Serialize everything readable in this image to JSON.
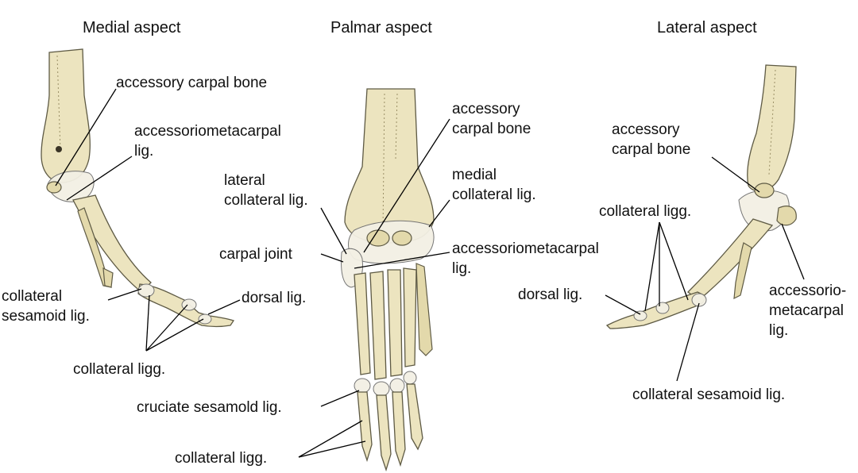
{
  "titles": {
    "medial": "Medial aspect",
    "palmar": "Palmar aspect",
    "lateral": "Lateral aspect"
  },
  "medial": {
    "accessory_carpal_bone": "accessory carpal bone",
    "accessoriometacarpal_line1": "accessoriometacarpal",
    "accessoriometacarpal_line2": "lig.",
    "collateral_sesamoid_line1": "collateral",
    "collateral_sesamoid_line2": "sesamoid lig.",
    "dorsal_lig": "dorsal lig.",
    "collateral_ligg": "collateral ligg."
  },
  "palmar": {
    "accessory_carpal_line1": "accessory",
    "accessory_carpal_line2": "carpal bone",
    "lateral_collateral_line1": "lateral",
    "lateral_collateral_line2": "collateral lig.",
    "medial_collateral_line1": "medial",
    "medial_collateral_line2": "collateral lig.",
    "carpal_joint": "carpal joint",
    "accessoriometacarpal_line1": "accessoriometacarpal",
    "accessoriometacarpal_line2": "lig.",
    "cruciate_sesamoid": "cruciate sesamold lig.",
    "collateral_ligg": "collateral ligg."
  },
  "lateral": {
    "accessory_carpal_line1": "accessory",
    "accessory_carpal_line2": "carpal bone",
    "collateral_ligg": "collateral ligg.",
    "dorsal_lig": "dorsal lig.",
    "accessoriometacarpal_line1": "accessorio-",
    "accessoriometacarpal_line2": "metacarpal",
    "accessoriometacarpal_line3": "lig.",
    "collateral_sesamoid": "collateral sesamoid lig."
  },
  "colors": {
    "bone": "#ece4bf",
    "ligament": "#f3f0e4",
    "outline": "#5e5a44",
    "text": "#111111"
  }
}
